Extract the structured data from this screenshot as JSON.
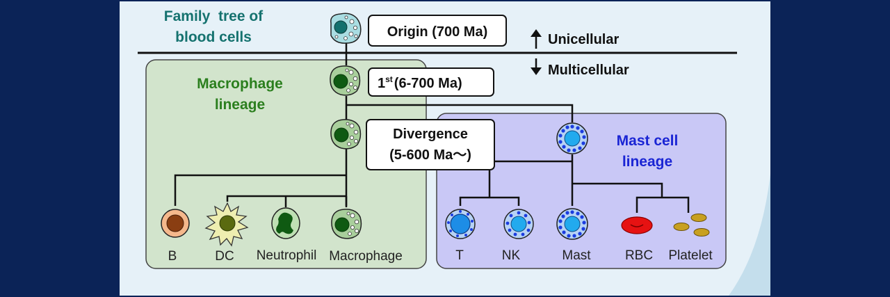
{
  "title": {
    "line1": "Family  tree of",
    "line2": "blood cells"
  },
  "labels": {
    "origin": "Origin (700 Ma)",
    "first_base": "1",
    "first_sup": "st",
    "first_rest": "(6-700 Ma)",
    "divergence_line1": "Divergence",
    "divergence_line2": "(5-600 Ma～)",
    "unicellular": "Unicellular",
    "multicellular": "Multicellular"
  },
  "lineages": {
    "macrophage": {
      "line1": "Macrophage",
      "line2": "lineage"
    },
    "mast": {
      "line1": "Mast cell",
      "line2": "lineage"
    }
  },
  "cells": {
    "b": "B",
    "dc": "DC",
    "neutrophil": "Neutrophil",
    "macrophage": "Macrophage",
    "t": "T",
    "nk": "NK",
    "mast": "Mast",
    "rbc": "RBC",
    "platelet": "Platelet"
  },
  "colors": {
    "background": "#0b2357",
    "panel": "#e6f1f8",
    "macrophage_box": "#d2e4cc",
    "mast_box": "#c9c8f6",
    "title_text": "#15726f",
    "macrophage_text": "#2b7f1e",
    "mast_text": "#1a25d4"
  }
}
